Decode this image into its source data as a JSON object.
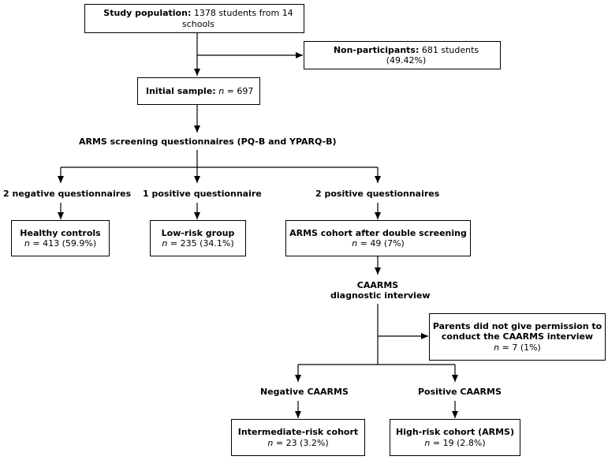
{
  "boxes": {
    "study_population": {
      "title": "Study population:",
      "text": " 1378 students from 14 schools"
    },
    "non_participants": {
      "title": "Non-participants:",
      "text": " 681 students (49.42%)"
    },
    "initial_sample": {
      "title": "Initial sample:",
      "n": "n",
      "text": " = 697"
    },
    "healthy_controls": {
      "title": "Healthy controls",
      "n": "n",
      "text": " = 413 (59.9%)"
    },
    "low_risk": {
      "title": "Low-risk group",
      "n": "n",
      "text": " = 235 (34.1%)"
    },
    "arms_cohort": {
      "title": "ARMS cohort after double screening",
      "n": "n",
      "text": " = 49 (7%)"
    },
    "no_permission": {
      "title_line1": "Parents did not give permission to",
      "title_line2": "conduct the CAARMS interview",
      "n": "n",
      "text": " = 7 (1%)"
    },
    "intermediate_risk": {
      "title": "Intermediate-risk cohort",
      "n": "n",
      "text": " = 23 (3.2%)"
    },
    "high_risk": {
      "title": "High-risk cohort (ARMS)",
      "n": "n",
      "text": " = 19 (2.8%)"
    }
  },
  "labels": {
    "screening": "ARMS screening questionnaires (PQ-B and YPARQ-B)",
    "neg2": "2 negative questionnaires",
    "pos1": "1 positive questionnaire",
    "pos2": "2 positive questionnaires",
    "caarms_line1": "CAARMS",
    "caarms_line2": "diagnostic interview",
    "neg_caarms": "Negative CAARMS",
    "pos_caarms": "Positive CAARMS"
  }
}
